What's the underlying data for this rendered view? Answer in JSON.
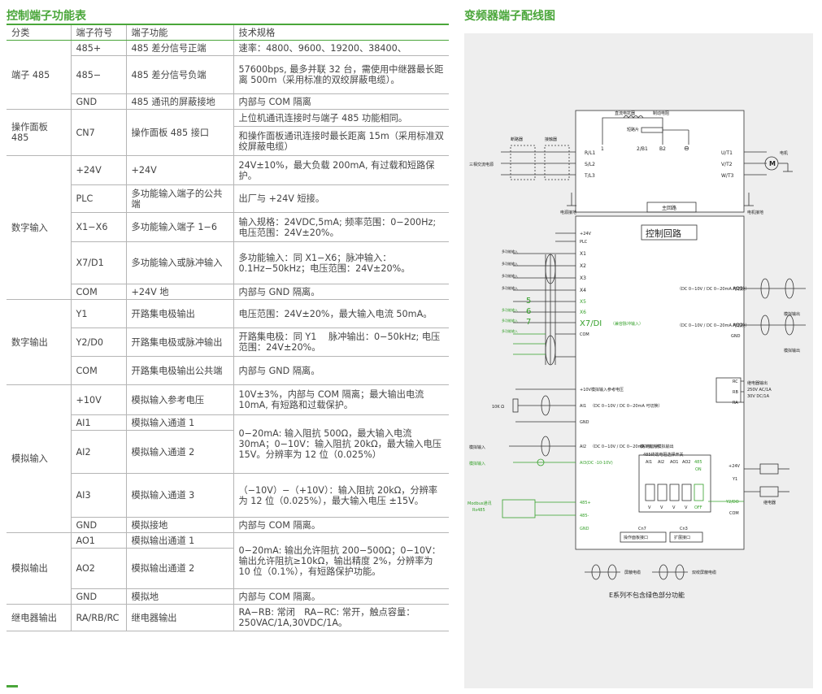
{
  "left_title": "控制端子功能表",
  "right_title": "变频器端子配线图",
  "table": {
    "headers": [
      "分类",
      "端子符号",
      "端子功能",
      "技术规格"
    ],
    "groups": [
      {
        "category": "端子 485",
        "rows": [
          {
            "symbol": "485+",
            "function": "485 差分信号正端",
            "spec": "速率：4800、9600、19200、38400、"
          },
          {
            "symbol": "485−",
            "function": "485 差分信号负端",
            "spec": "57600bps, 最多并联 32 台，需使用中继器最长距离 500m（采用标准的双绞屏蔽电缆）。"
          },
          {
            "symbol": "GND",
            "function": "485 通讯的屏蔽接地",
            "spec": "内部与 COM 隔离"
          }
        ]
      },
      {
        "category": "操作面板 485",
        "rows": [
          {
            "symbol": "CN7",
            "function": "操作面板 485 接口",
            "spec": "上位机通讯连接时与端子 485 功能相同。"
          },
          {
            "spec": "和操作面板通讯连接时最长距离 15m（采用标准双绞屏蔽电缆）"
          }
        ]
      },
      {
        "category": "数字输入",
        "rows": [
          {
            "symbol": "+24V",
            "function": "+24V",
            "spec": "24V±10%，最大负载 200mA, 有过载和短路保护。"
          },
          {
            "symbol": "PLC",
            "function": "多功能输入端子的公共端",
            "spec": "出厂与 +24V 短接。"
          },
          {
            "symbol": "X1−X6",
            "function": "多功能输入端子 1−6",
            "spec": "输入规格：24VDC,5mA; 频率范围：0−200Hz; 电压范围：24V±20%。"
          },
          {
            "symbol": "X7/D1",
            "function": "多功能输入或脉冲输入",
            "spec": "多功能输入：同 X1−X6；脉冲输入：0.1Hz−50kHz；电压范围：24V±20%。"
          },
          {
            "symbol": "COM",
            "function": "+24V 地",
            "spec": "内部与 GND 隔离。"
          }
        ]
      },
      {
        "category": "数字输出",
        "rows": [
          {
            "symbol": "Y1",
            "function": "开路集电极输出",
            "spec": "电压范围：24V±20%，最大输入电流 50mA。"
          },
          {
            "symbol": "Y2/D0",
            "function": "开路集电极或脉冲输出",
            "spec": "开路集电极：同 Y1　 脉冲输出：0−50kHz; 电压范围：24V±20%。"
          },
          {
            "symbol": "COM",
            "function": "开路集电极输出公共端",
            "spec": "内部与 GND 隔离。"
          }
        ]
      },
      {
        "category": "模拟输入",
        "rows": [
          {
            "symbol": "+10V",
            "function": "模拟输入参考电压",
            "spec": "10V±3%，内部与 COM 隔离；最大输出电流 10mA, 有短路和过载保护。"
          },
          {
            "symbol": "AI1",
            "function": "模拟输入通道 1",
            "spec": "0−20mA: 输入阻抗 500Ω，最大输入电流 30mA；0−10V：输入阻抗 20kΩ，最大输入电压 15V。分辨率为 12 位（0.025%）"
          },
          {
            "symbol": "AI2",
            "function": "模拟输入通道 2"
          },
          {
            "symbol": "AI3",
            "function": "模拟输入通道 3",
            "spec": "（−10V）−（+10V）：输入阻抗 20kΩ，分辨率为 12 位（0.025%），最大输入电压 ±15V。"
          },
          {
            "symbol": "GND",
            "function": "模拟接地",
            "spec": "内部与 COM 隔离。"
          }
        ]
      },
      {
        "category": "模拟输出",
        "rows": [
          {
            "symbol": "AO1",
            "function": "模拟输出通道 1",
            "spec": "0−20mA: 输出允许阻抗 200−500Ω；0−10V：输出允许阻抗≥10kΩ，输出精度 2%，分辨率为 10 位（0.1%），有短路保护功能。"
          },
          {
            "symbol": "AO2",
            "function": "模拟输出通道 2"
          },
          {
            "symbol": "GND",
            "function": "模拟地",
            "spec": "内部与 COM 隔离。"
          }
        ]
      },
      {
        "category": "继电器输出",
        "rows": [
          {
            "symbol": "RA/RB/RC",
            "function": "继电器输出",
            "spec": "RA−RB: 常闭　RA−RC: 常开，触点容量：250VAC/1A,30VDC/1A。"
          }
        ]
      }
    ]
  },
  "diagram": {
    "breaker": "断路器",
    "contactor": "接触器",
    "three_phase": "三相交流电源",
    "dc_reactor": "直流电抗器",
    "brake_resistor": "制动电阻",
    "short_piece": "短路片",
    "t_r": "R/L1",
    "t_s": "S/L2",
    "t_t": "T/L3",
    "t_1": "1",
    "t_2b1": "2/B1",
    "t_b2": "B2",
    "t_neg": "⊖",
    "t_u": "U/T1",
    "t_v": "V/T2",
    "t_w": "W/T3",
    "motor": "电机",
    "motor_m": "M",
    "power_ground": "电源接地",
    "motor_ground": "电机接地",
    "main_circuit": "主回路",
    "control_circuit": "控制回路",
    "mf_input": "多功能输入",
    "t_24v": "+24V",
    "t_plc": "PLC",
    "x_terms": [
      "X1",
      "X2",
      "X3",
      "X4",
      "X5",
      "X6"
    ],
    "green_nums": [
      "5",
      "6",
      "7"
    ],
    "x7": "X7/DI",
    "x7_note": "（兼容脉冲输入）",
    "t_com": "COM",
    "ao_range": "（DC 0−10V / DC 0−20mA 可切换）",
    "t_ao1": "AO1",
    "t_ao2": "AO2",
    "t_gnd": "GND",
    "analog_out": "模拟输出",
    "ref_10v": "+10V模拟输入参考电压",
    "ai_range": "（DC 0−10V / DC 0−20mA 可切换）",
    "t_ai1": "AI1",
    "t_ai2": "AI2",
    "pot": "10K Ω",
    "analog_in": "模拟输入",
    "ai3": "AI3(DC -10-10V)",
    "switch_title": "模拟输入/模拟输出",
    "switch_sub": "485终端电阻选择开关",
    "sw_labels": [
      "AI1",
      "AI2",
      "AO1",
      "AO2",
      "485"
    ],
    "sw_on": "ON",
    "sw_off": "OFF",
    "sw_v": "V",
    "modbus": "Modbus通讯",
    "rs485": "Rs485",
    "t_485p": "485+",
    "t_485n": "485-",
    "relay_out_title": "继电器输出",
    "relay_rating1": "250V AC/1A",
    "relay_rating2": "30V DC/1A",
    "t_ra": "RA",
    "t_rb": "RB",
    "t_rc": "RC",
    "t_y1": "Y1",
    "t_y2": "Y2/DO",
    "relay": "继电器",
    "cn7": "Cn7",
    "cn3": "Cn3",
    "panel_port": "操作面板接口",
    "ext_port": "扩展接口",
    "shield_cable": "屏蔽电缆",
    "twisted_cable": "双绞屏蔽电缆",
    "note": "E系列不包含绿色部分功能"
  }
}
